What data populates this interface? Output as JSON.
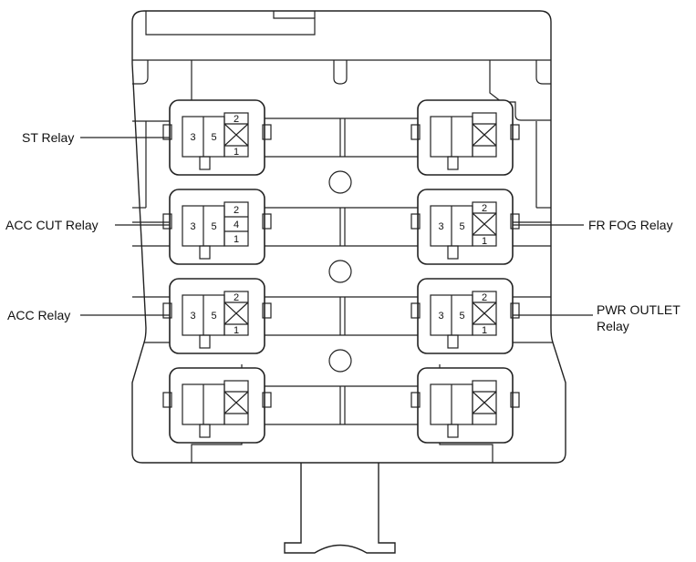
{
  "labels": {
    "st_relay": "ST Relay",
    "acc_cut_relay": "ACC CUT Relay",
    "acc_relay": "ACC Relay",
    "fr_fog_relay": "FR FOG Relay",
    "pwr_outlet_line1": "PWR OUTLET",
    "pwr_outlet_line2": "Relay"
  },
  "pins": {
    "st": {
      "p3": "3",
      "p5": "5",
      "p2": "2",
      "p1": "1"
    },
    "acc_cut": {
      "p3": "3",
      "p5": "5",
      "p2": "2",
      "p4": "4",
      "p1": "1"
    },
    "acc": {
      "p3": "3",
      "p5": "5",
      "p2": "2",
      "p1": "1"
    },
    "fr_fog": {
      "p3": "3",
      "p5": "5",
      "p2": "2",
      "p1": "1"
    },
    "pwr_outlet": {
      "p3": "3",
      "p5": "5",
      "p2": "2",
      "p1": "1"
    }
  },
  "colors": {
    "line": "#222222",
    "background": "#ffffff"
  }
}
